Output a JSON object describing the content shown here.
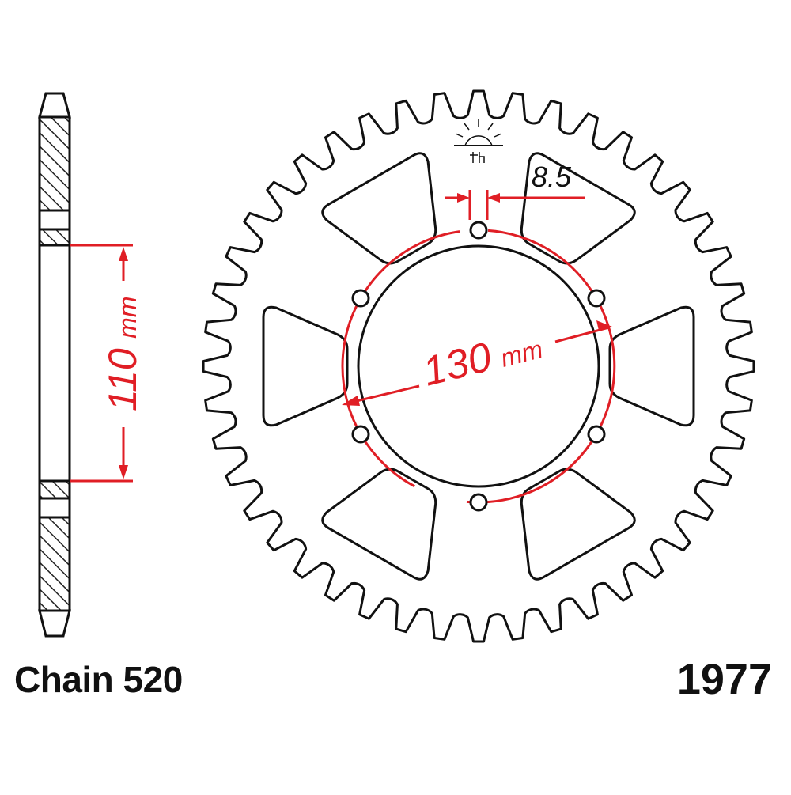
{
  "diagram": {
    "chain_label": "Chain 520",
    "part_number": "1977",
    "dimensions": {
      "hub_width_value": "110",
      "hub_width_unit": "mm",
      "pcd_value": "130",
      "pcd_unit": "mm",
      "bolt_hole_value": "8.5"
    },
    "colors": {
      "outline": "#111111",
      "dimension": "#e01e25",
      "hatch": "#222222",
      "background": "#ffffff"
    }
  }
}
